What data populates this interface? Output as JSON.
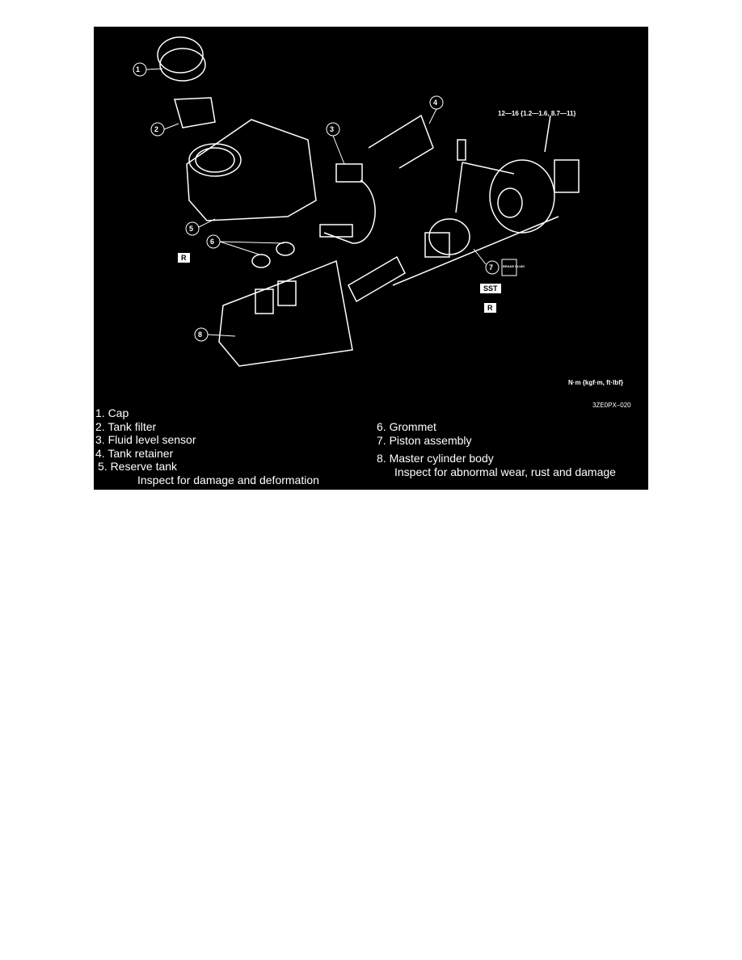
{
  "figure": {
    "torque_spec": "12—16 {1.2—1.6, 8.7—11}",
    "units_note": "N·m {kgf·m, ft·lbf}",
    "figure_code": "3ZE0PX–020",
    "callouts": [
      "1",
      "2",
      "3",
      "4",
      "5",
      "6",
      "7",
      "8"
    ],
    "tags": {
      "replace_1": "R",
      "sst": "SST",
      "replace_2": "R"
    },
    "fluid_label": "BRAKE FLUID"
  },
  "legend": {
    "left": [
      "1. Cap",
      "2. Tank filter",
      "3. Fluid level sensor",
      "4. Tank retainer",
      "5. Reserve tank"
    ],
    "left_note": "Inspect for damage and deformation",
    "right": [
      "6. Grommet",
      "7. Piston assembly",
      "8. Master cylinder body"
    ],
    "right_note": "Inspect for abnormal wear, rust and damage"
  }
}
